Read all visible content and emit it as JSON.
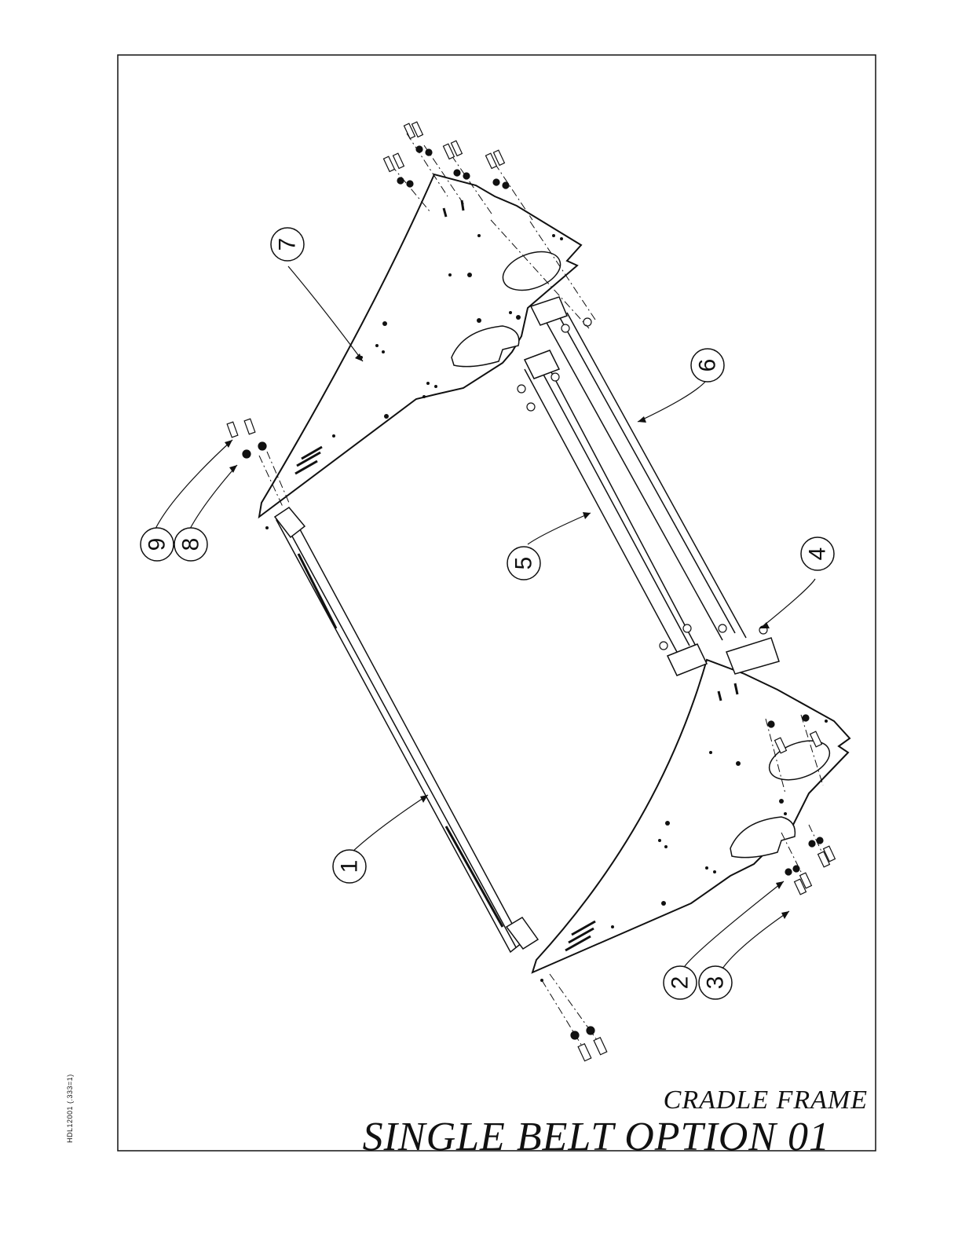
{
  "drawing": {
    "title_line1": "CRADLE FRAME",
    "title_line2": "SINGLE BELT OPTION 01",
    "side_code": "HDL12001 (.333=1)"
  },
  "callouts": [
    {
      "label": "1"
    },
    {
      "label": "2"
    },
    {
      "label": "3"
    },
    {
      "label": "4"
    },
    {
      "label": "5"
    },
    {
      "label": "6"
    },
    {
      "label": "7"
    },
    {
      "label": "8"
    },
    {
      "label": "9"
    }
  ]
}
